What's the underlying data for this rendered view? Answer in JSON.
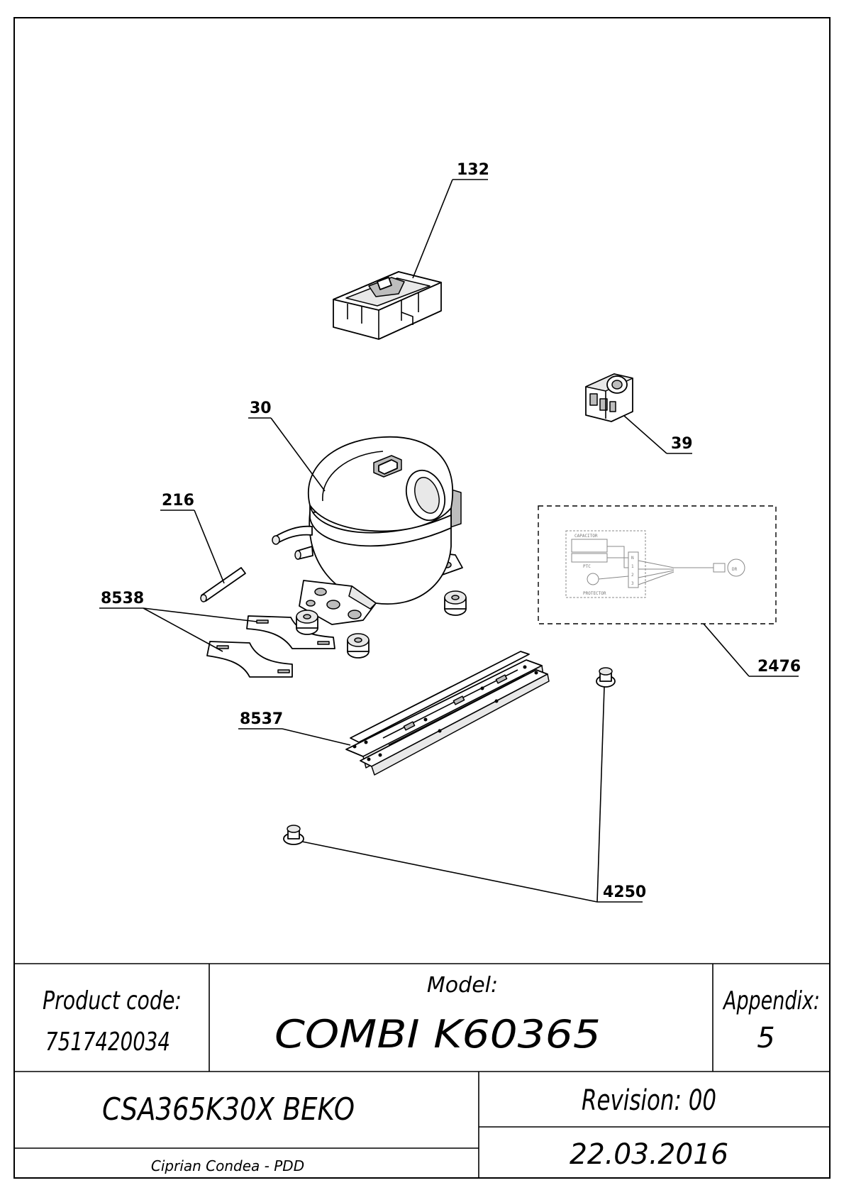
{
  "callouts": {
    "c132": "132",
    "c39": "39",
    "c30": "30",
    "c216": "216",
    "c8538": "8538",
    "c2476": "2476",
    "c8537": "8537",
    "c4250": "4250"
  },
  "wiring": {
    "capacitor": "CAPACITOR",
    "ptc": "PTC",
    "protector": "PROTECTOR",
    "n": "N",
    "one": "1",
    "two": "2",
    "three": "3"
  },
  "title_block": {
    "product_code_label": "Product code:",
    "product_code_value": "7517420034",
    "model_label": "Model:",
    "model_value": "COMBI K60365",
    "appendix_label": "Appendix:",
    "appendix_value": "5",
    "part_name": "CSA365K30X BEKO",
    "revision": "Revision: 00",
    "author": "Ciprian Condea - PDD",
    "date": "22.03.2016"
  }
}
